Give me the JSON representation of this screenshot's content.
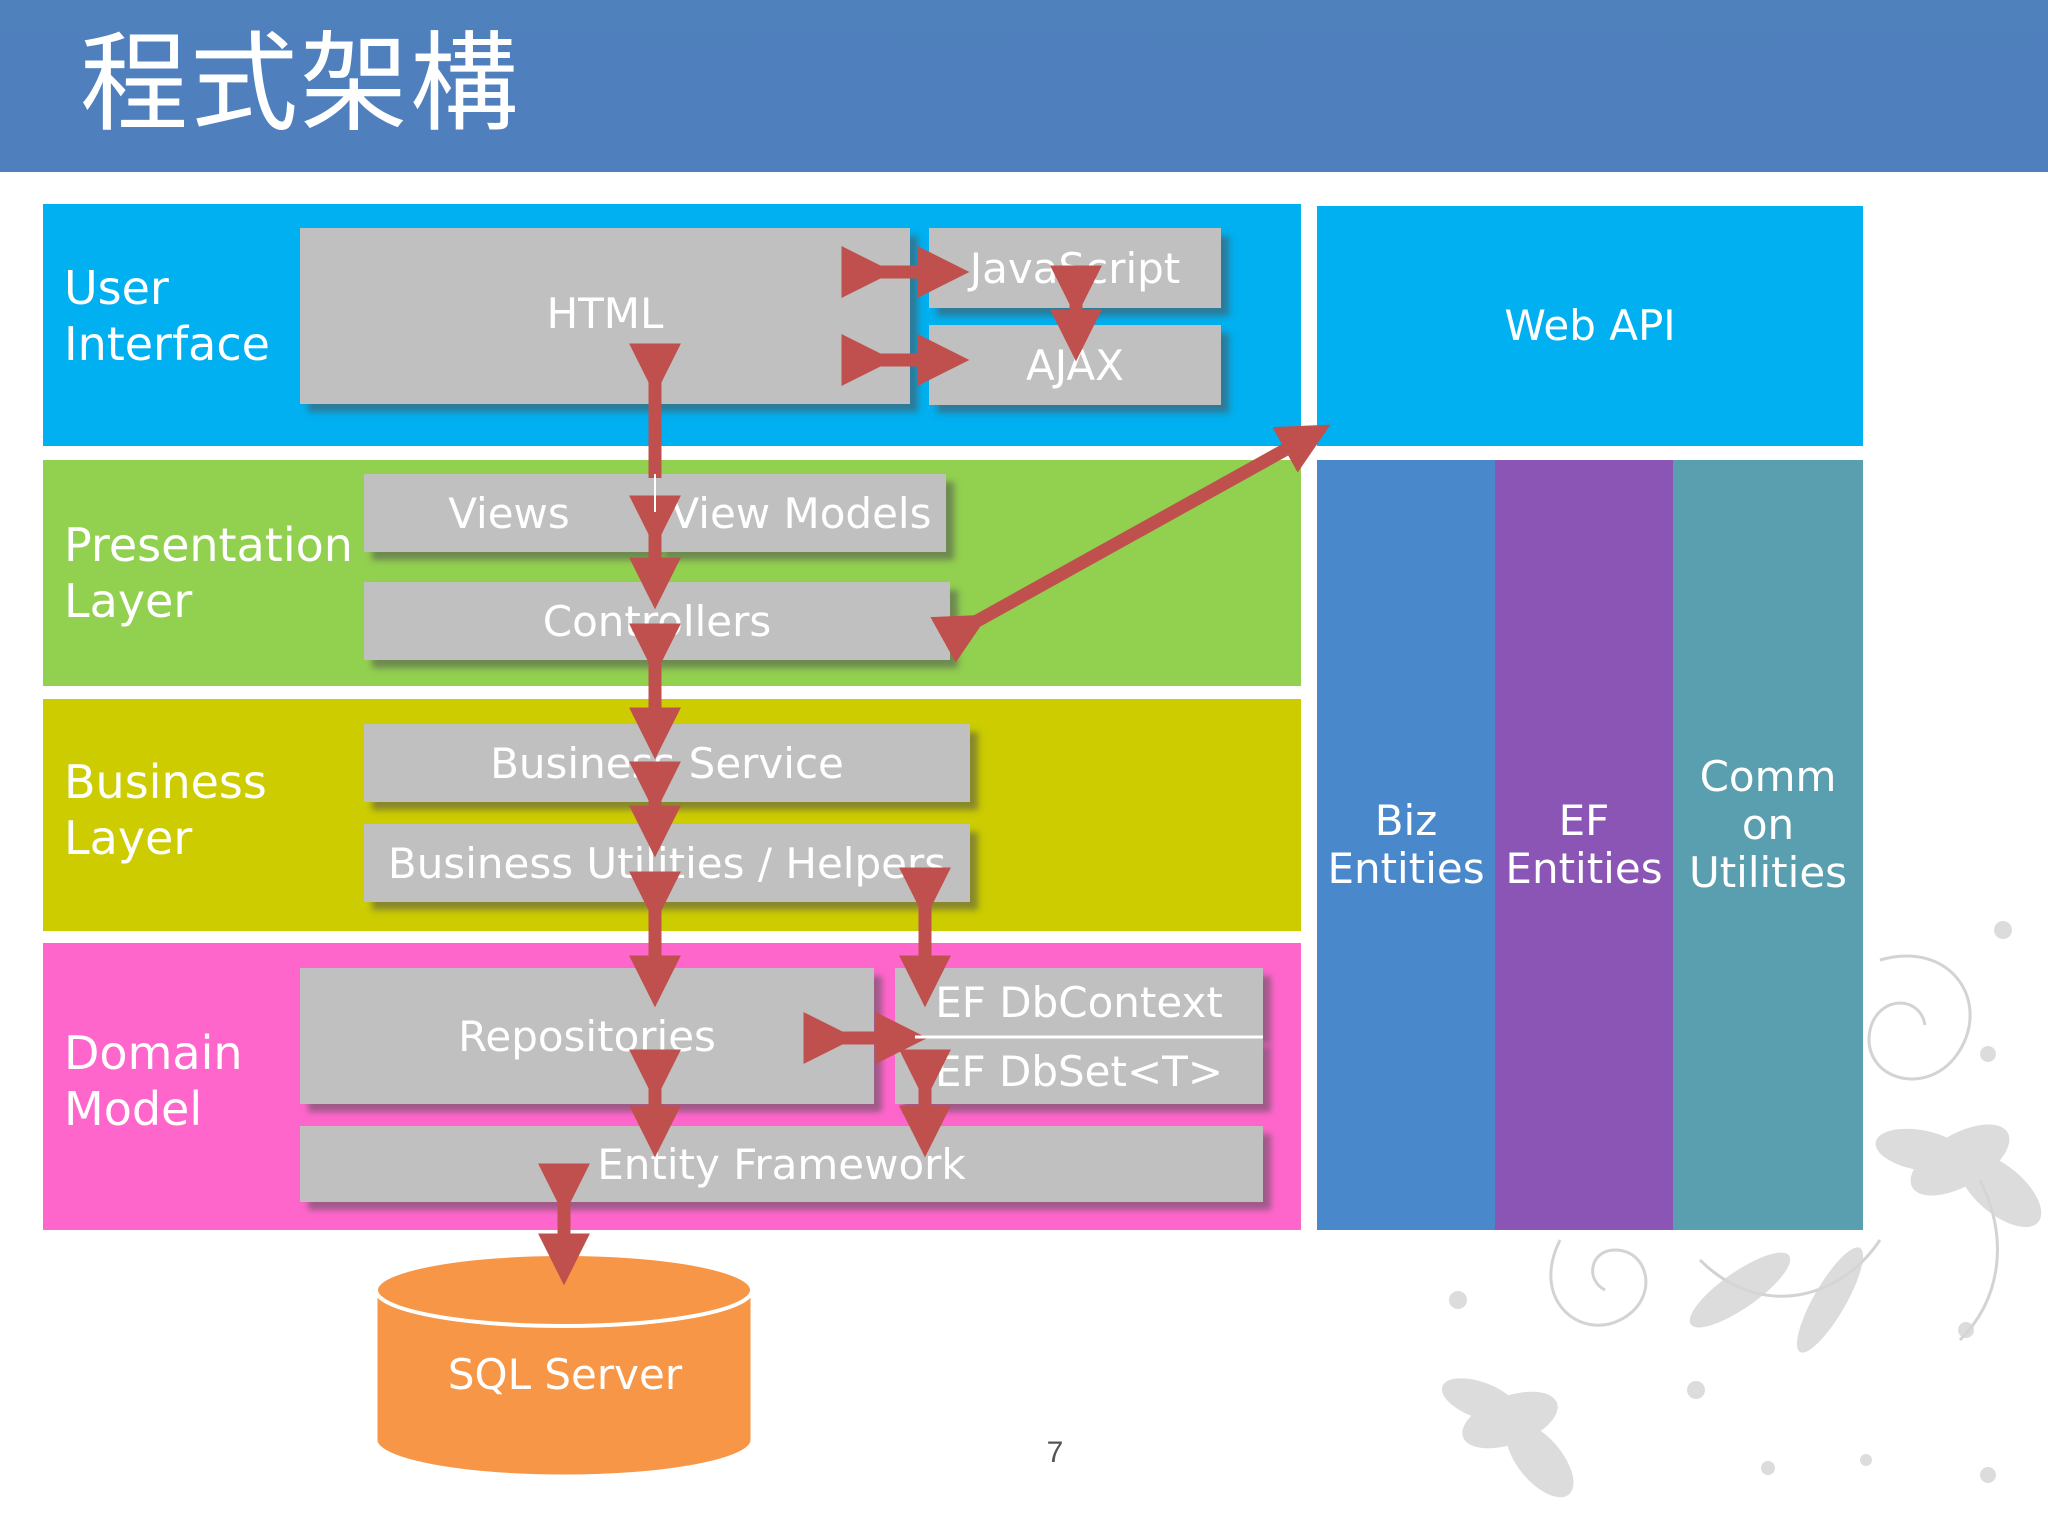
{
  "title": "程式架構",
  "layers": {
    "user_interface": "User Interface",
    "presentation": "Presentation Layer",
    "business": "Business Layer",
    "domain": "Domain Model"
  },
  "boxes": {
    "html": "HTML",
    "javascript": "JavaScript",
    "ajax": "AJAX",
    "views": "Views",
    "view_models": "View Models",
    "controllers": "Controllers",
    "business_service": "Business Service",
    "business_utilities": "Business Utilities / Helpers",
    "repositories": "Repositories",
    "ef_dbcontext": "EF DbContext",
    "ef_dbset": "EF DbSet<T>",
    "entity_framework": "Entity Framework",
    "sql_server": "SQL Server"
  },
  "right_panel": {
    "web_api": "Web API",
    "biz_entities": "Biz Entities",
    "ef_entities": "EF Entities",
    "common_utilities": "Comm on Utilities"
  },
  "colors": {
    "title_bar": "#4f81bd",
    "user_interface": "#00b0f0",
    "presentation": "#92d050",
    "business": "#cccc00",
    "domain": "#ff66cc",
    "box": "#c0c0c0",
    "arrow": "#c0504d",
    "biz_entities": "#4a88cc",
    "ef_entities": "#8a55b5",
    "common_utilities": "#5a9fb0",
    "sql_server": "#f79646"
  },
  "page_number": "7"
}
